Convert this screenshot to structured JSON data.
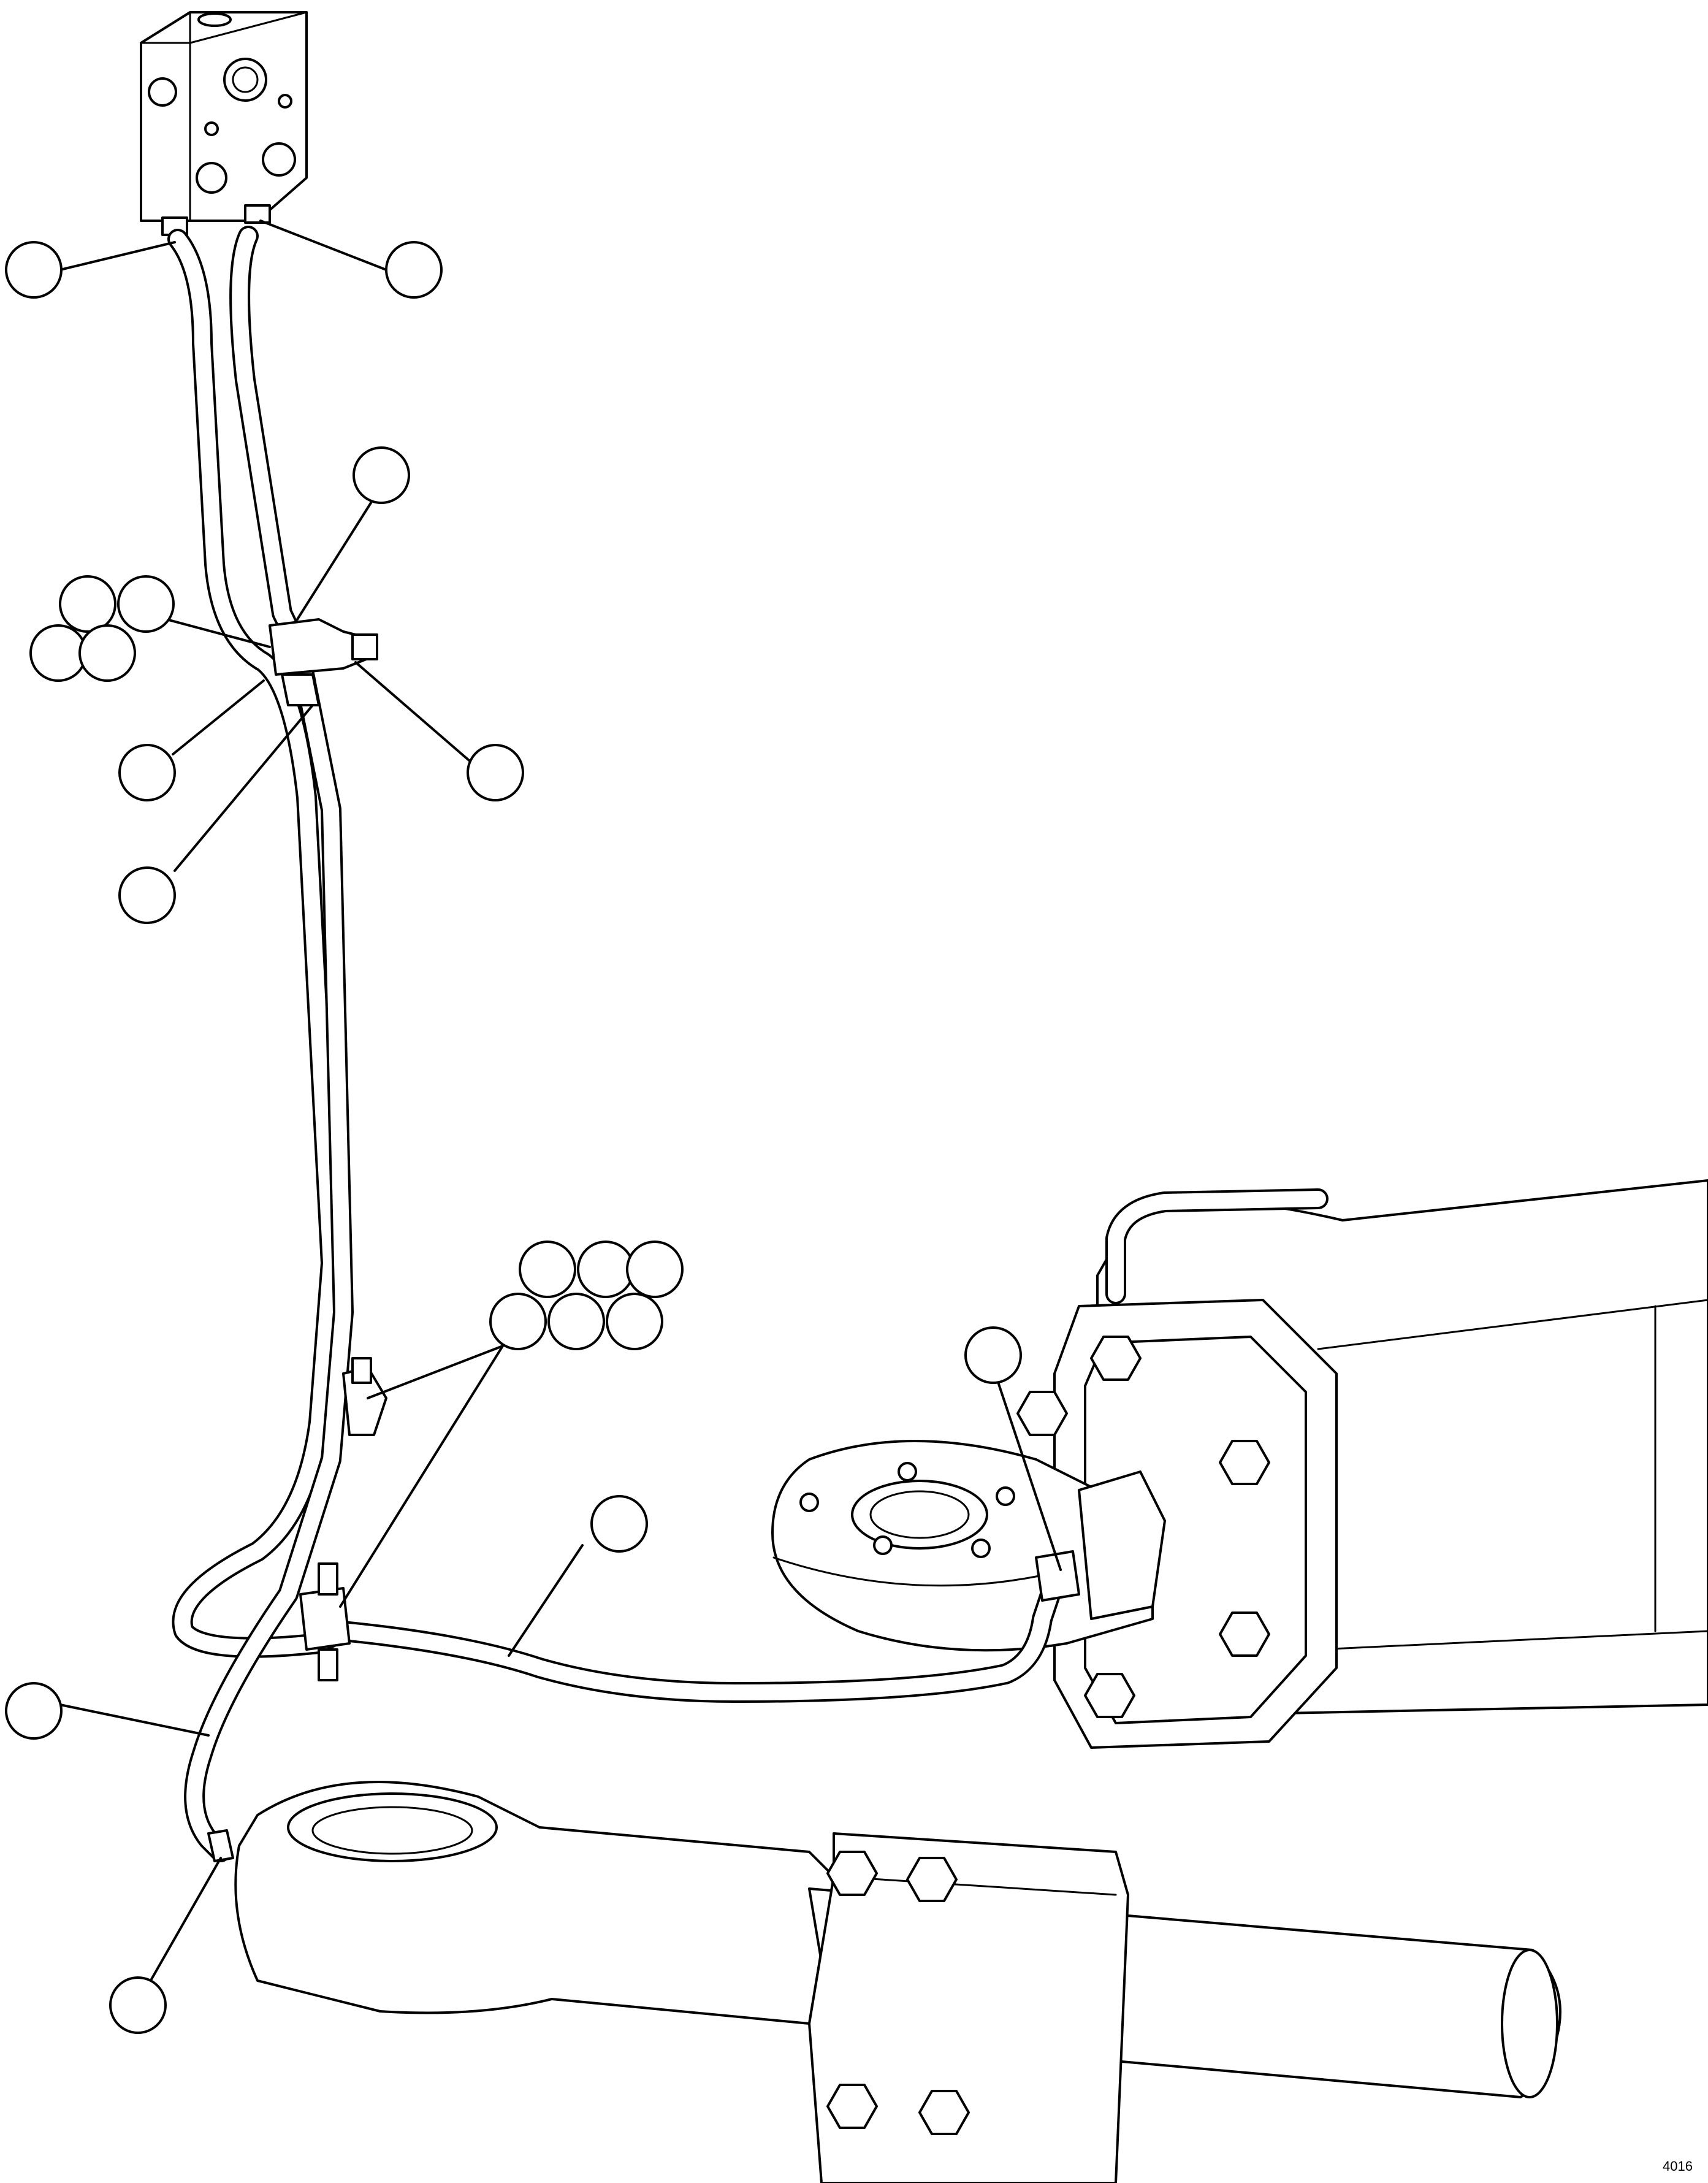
{
  "drawing": {
    "reference_code": "4016",
    "line_color": "#000000",
    "background_color": "#ffffff"
  },
  "callouts": [
    {
      "id": "c1"
    },
    {
      "id": "c2"
    },
    {
      "id": "c3"
    },
    {
      "id": "c4"
    },
    {
      "id": "c5"
    },
    {
      "id": "c6"
    },
    {
      "id": "c7"
    },
    {
      "id": "c8"
    },
    {
      "id": "c9"
    },
    {
      "id": "c10"
    },
    {
      "id": "c11"
    },
    {
      "id": "c12"
    },
    {
      "id": "c13"
    },
    {
      "id": "c14"
    },
    {
      "id": "c15"
    },
    {
      "id": "c16"
    },
    {
      "id": "c17"
    },
    {
      "id": "c18"
    },
    {
      "id": "c19"
    },
    {
      "id": "c20"
    },
    {
      "id": "c21"
    },
    {
      "id": "c22"
    }
  ]
}
